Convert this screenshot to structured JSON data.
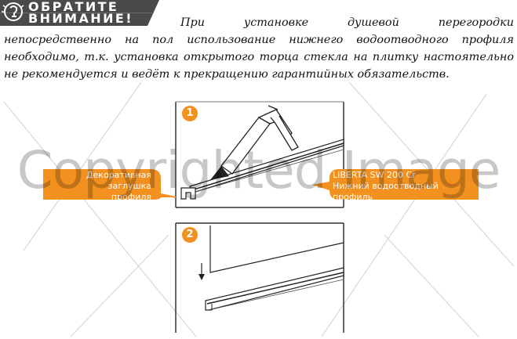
{
  "banner": {
    "line1": "ОБРАТИТЕ",
    "line2": "ВНИМАНИЕ!"
  },
  "notice": {
    "text": "При установке душевой перегородки непосредственно на пол использование нижнего водоотводного профиля необходимо, т.к. установка открытого торца стекла на плитку настоятельно не рекомендуется и ведёт к прекращению гарантийных обязательств."
  },
  "figure": {
    "step1_label": "1",
    "step2_label": "2",
    "callout_left_line1": "Декоративная заглушка",
    "callout_left_line2": "профиля",
    "callout_right_line1": "LIBERTA SW 200 Cr",
    "callout_right_line2": "Нижний водоотводный профиль"
  },
  "watermark": "Copyrighted Image",
  "colors": {
    "banner_bg": "#4a4a4a",
    "accent_orange": "#f39120"
  }
}
